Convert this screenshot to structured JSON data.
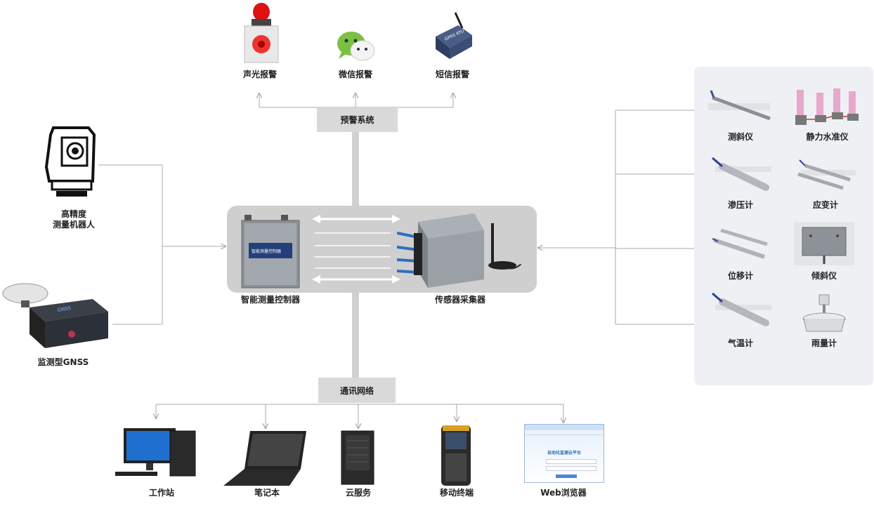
{
  "warning": {
    "system_label": "预警系统",
    "outputs": [
      {
        "label": "声光报警",
        "icon": "siren-alarm-icon"
      },
      {
        "label": "微信报警",
        "icon": "wechat-icon"
      },
      {
        "label": "短信报警",
        "icon": "gprs-rtu-icon"
      }
    ]
  },
  "left_devices": [
    {
      "label_lines": [
        "高精度",
        "测量机器人"
      ],
      "icon": "total-station-icon"
    },
    {
      "label": "监测型GNSS",
      "icon": "gnss-receiver-icon"
    }
  ],
  "hub": {
    "controller_label": "智能测量控制器",
    "collector_label": "传感器采集器",
    "controller_icon": "controller-box-icon",
    "collector_icon": "collector-box-icon"
  },
  "sensors": [
    {
      "label": "测斜仪",
      "icon": "inclinometer-probe-icon"
    },
    {
      "label": "静力水准仪",
      "icon": "static-level-icon"
    },
    {
      "label": "渗压计",
      "icon": "piezometer-icon"
    },
    {
      "label": "应变计",
      "icon": "strain-gauge-icon"
    },
    {
      "label": "位移计",
      "icon": "displacement-meter-icon"
    },
    {
      "label": "倾斜仪",
      "icon": "tilt-meter-icon"
    },
    {
      "label": "气温计",
      "icon": "thermometer-icon"
    },
    {
      "label": "雨量计",
      "icon": "rain-gauge-icon"
    }
  ],
  "network": {
    "label": "通讯网络",
    "terminals": [
      {
        "label": "工作站",
        "icon": "workstation-icon"
      },
      {
        "label": "笔记本",
        "icon": "laptop-icon"
      },
      {
        "label": "云服务",
        "icon": "server-tower-icon"
      },
      {
        "label": "移动终端",
        "icon": "handheld-terminal-icon"
      },
      {
        "label": "Web浏览器",
        "icon": "web-browser-icon"
      }
    ],
    "browser_title": "自动化监测云平台"
  },
  "colors": {
    "connector_line": "#aaaaaa",
    "trunk": "#d0d0d0",
    "label_box": "#d9d9d9",
    "panel_bg": "#eef0f3"
  }
}
